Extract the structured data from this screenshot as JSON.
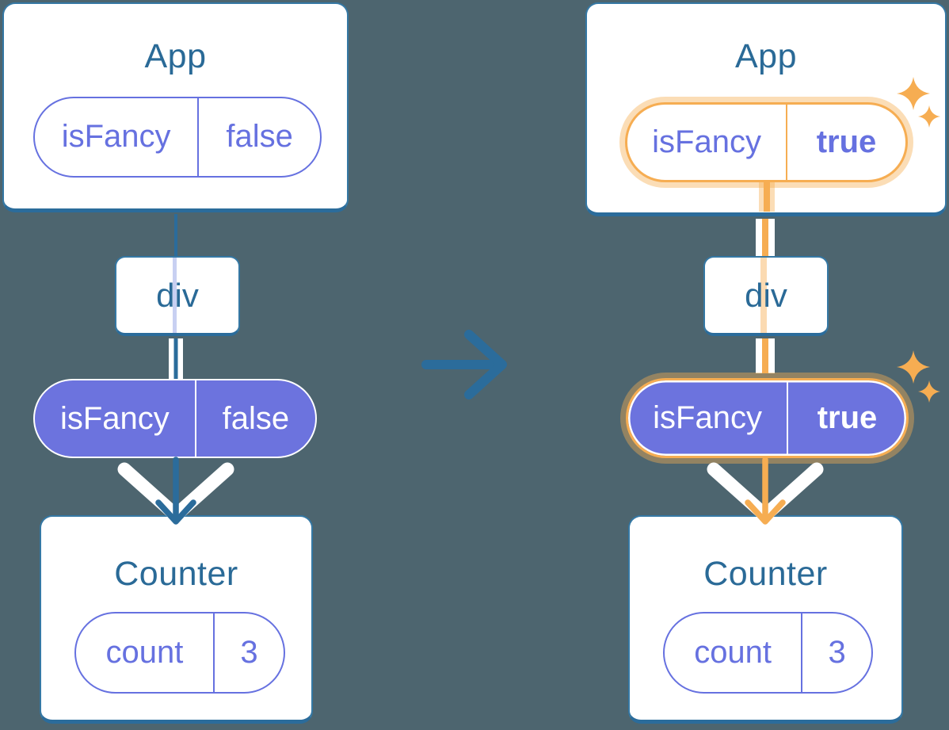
{
  "colors": {
    "bg": "#4d656f",
    "teal": "#2a6a97",
    "teal-border": "#3578a4",
    "teal-dark": "#2b6c9b",
    "purple": "#6671e0",
    "purple-fill": "#6c73de",
    "orange": "#f6ad52",
    "white": "#ffffff"
  },
  "left": {
    "app": {
      "title": "App",
      "prop_name": "isFancy",
      "prop_value": "false"
    },
    "div_label": "div",
    "prop_pill": {
      "name": "isFancy",
      "value": "false"
    },
    "counter": {
      "title": "Counter",
      "state_name": "count",
      "state_value": "3"
    }
  },
  "right": {
    "app": {
      "title": "App",
      "prop_name": "isFancy",
      "prop_value": "true"
    },
    "div_label": "div",
    "prop_pill": {
      "name": "isFancy",
      "value": "true"
    },
    "counter": {
      "title": "Counter",
      "state_name": "count",
      "state_value": "3"
    }
  },
  "icons": {
    "transition_arrow": "right-arrow",
    "down_arrow": "down-arrow",
    "prop_flow_chevron": "wide-white-chevron",
    "sparkles": "four-point-stars"
  }
}
